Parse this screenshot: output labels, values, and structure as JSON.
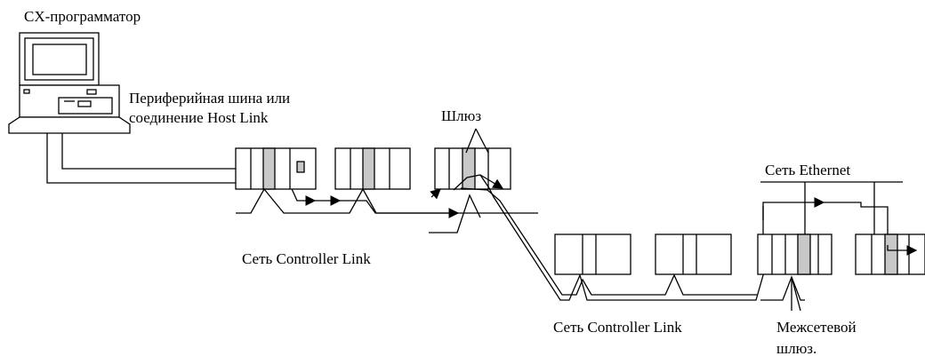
{
  "labels": {
    "programmer": "CX-программатор",
    "peripheral_line1": "Периферийная шина или",
    "peripheral_line2": "соединение Host Link",
    "gateway": "Шлюз",
    "ethernet": "Сеть Ethernet",
    "controller_link_1": "Сеть Controller Link",
    "controller_link_2": "Сеть Controller Link",
    "inter_gateway_line1": "Межсетевой",
    "inter_gateway_line2": "шлюз."
  },
  "colors": {
    "line": "#000000",
    "highlight": "#c8c8c8",
    "background": "#ffffff"
  }
}
